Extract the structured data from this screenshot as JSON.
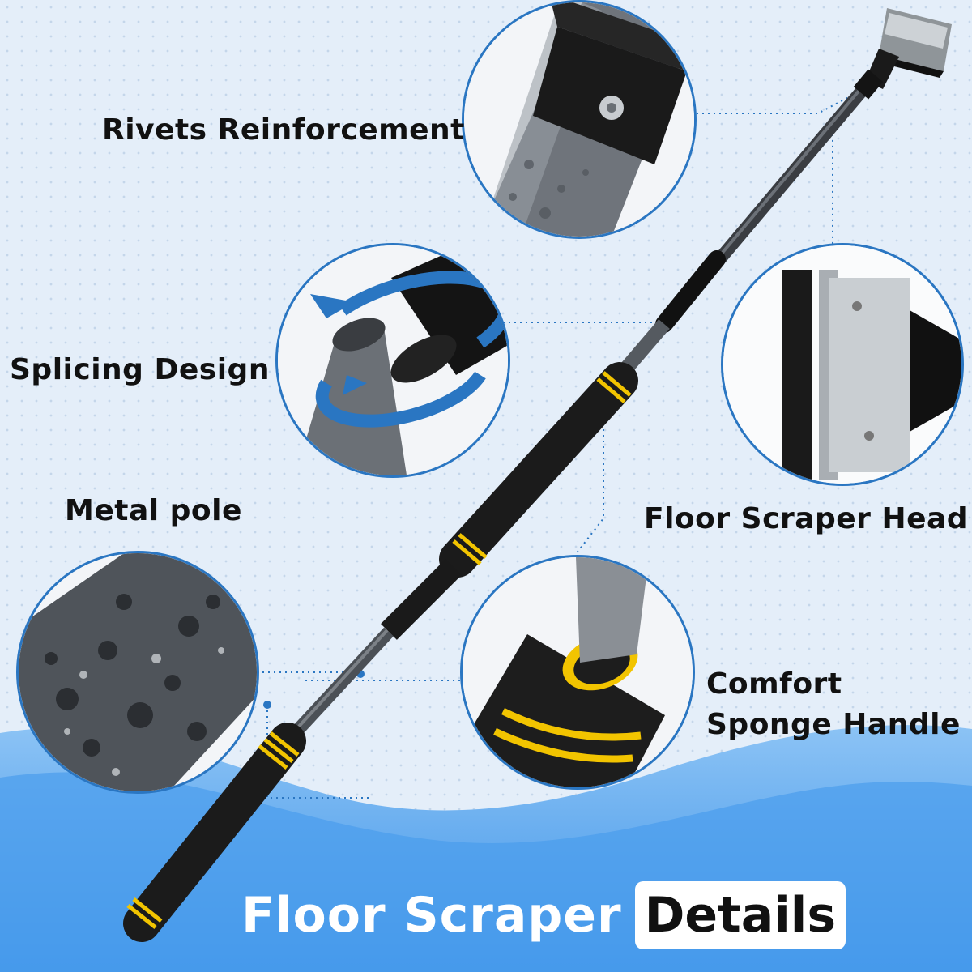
{
  "labels": {
    "rivets": "Rivets Reinforcement",
    "splicing": "Splicing Design",
    "metal_pole": "Metal pole",
    "scraper_head": "Floor Scraper Head",
    "sponge_line1": "Comfort",
    "sponge_line2": "Sponge Handle"
  },
  "title": {
    "main": "Floor Scraper",
    "highlight": "Details"
  },
  "colors": {
    "accent_blue": "#2a76c2",
    "wave_blue": "#5aa8ee",
    "stripe_yellow": "#f2c400",
    "foam_black": "#1b1b1b"
  }
}
